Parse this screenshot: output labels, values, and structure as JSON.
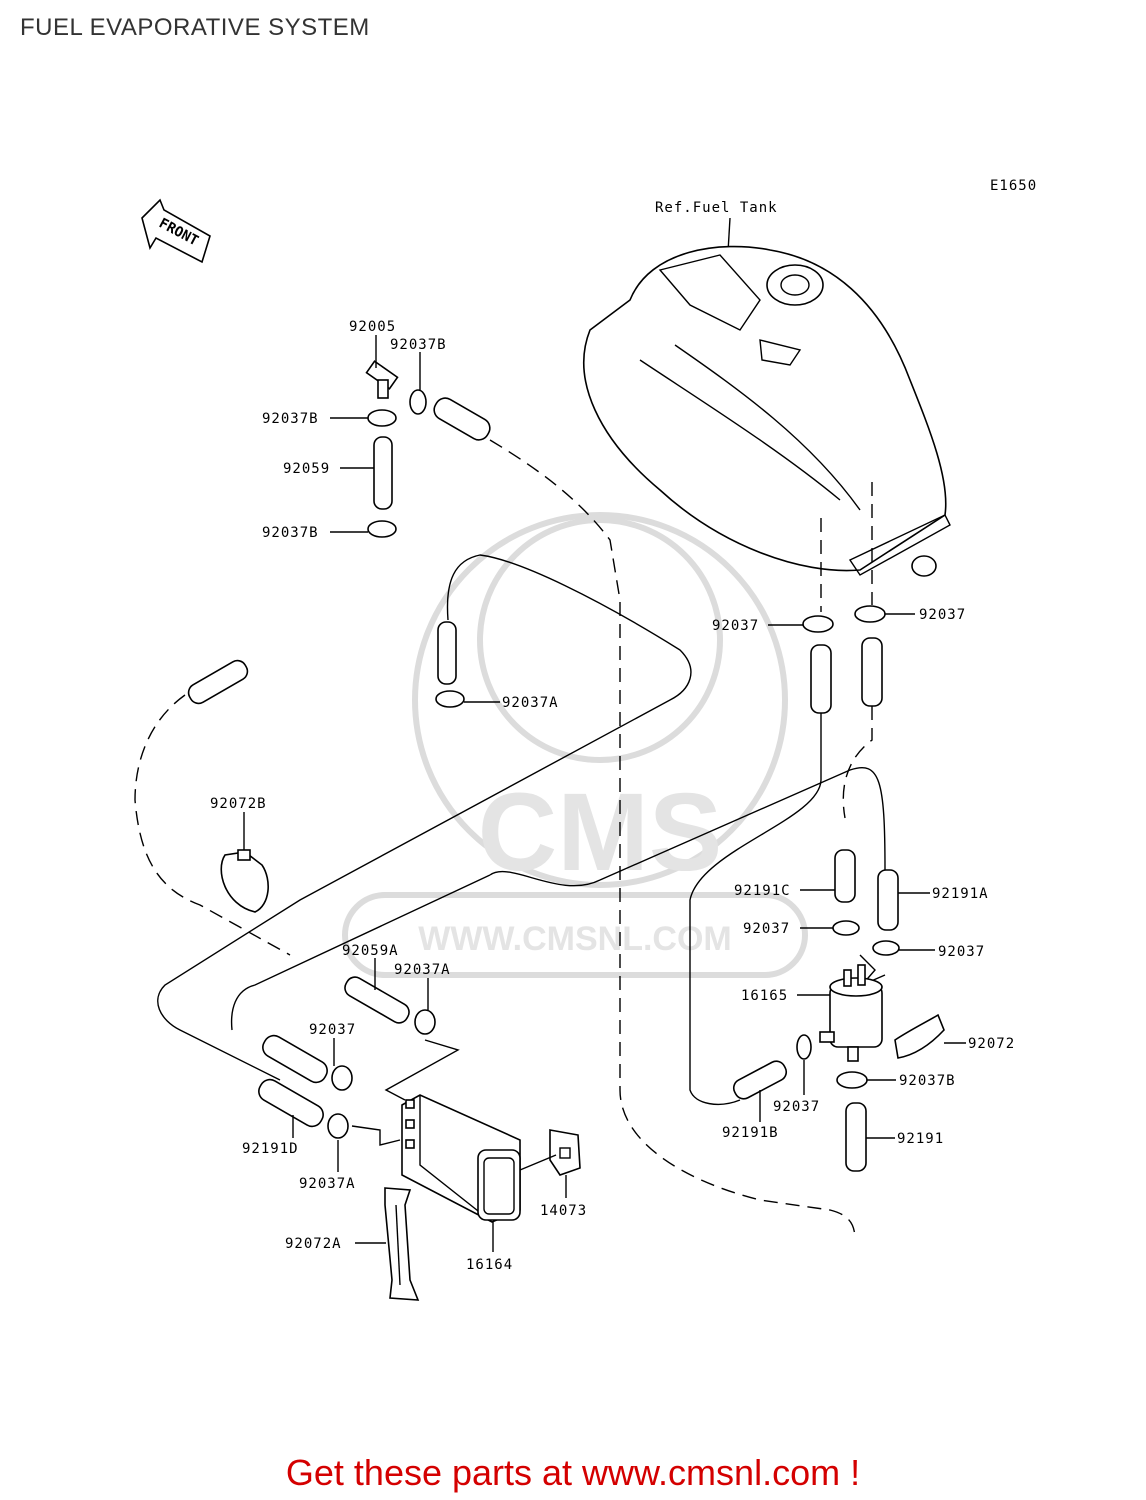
{
  "title": "FUEL EVAPORATIVE SYSTEM",
  "diagram_code": "E1650",
  "front_marker": "FRONT",
  "reference_label": "Ref.Fuel Tank",
  "watermark": {
    "logo": "CMS",
    "url": "WWW.CMSNL.COM"
  },
  "parts": [
    {
      "id": "92005",
      "label": "92005"
    },
    {
      "id": "92037B-top",
      "label": "92037B"
    },
    {
      "id": "92037B-left1",
      "label": "92037B"
    },
    {
      "id": "92059",
      "label": "92059"
    },
    {
      "id": "92037B-left2",
      "label": "92037B"
    },
    {
      "id": "92037-l",
      "label": "92037"
    },
    {
      "id": "92037-r",
      "label": "92037"
    },
    {
      "id": "92037A-mid",
      "label": "92037A"
    },
    {
      "id": "92072B",
      "label": "92072B"
    },
    {
      "id": "92191C",
      "label": "92191C"
    },
    {
      "id": "92191A",
      "label": "92191A"
    },
    {
      "id": "92037-c1",
      "label": "92037"
    },
    {
      "id": "92037-c2",
      "label": "92037"
    },
    {
      "id": "92059A",
      "label": "92059A"
    },
    {
      "id": "92037A-c",
      "label": "92037A"
    },
    {
      "id": "16165",
      "label": "16165"
    },
    {
      "id": "92072",
      "label": "92072"
    },
    {
      "id": "92037-b",
      "label": "92037"
    },
    {
      "id": "92037B-b",
      "label": "92037B"
    },
    {
      "id": "92037-b2",
      "label": "92037"
    },
    {
      "id": "92191B",
      "label": "92191B"
    },
    {
      "id": "92191",
      "label": "92191"
    },
    {
      "id": "92191D",
      "label": "92191D"
    },
    {
      "id": "92037A-b",
      "label": "92037A"
    },
    {
      "id": "92072A",
      "label": "92072A"
    },
    {
      "id": "14073",
      "label": "14073"
    },
    {
      "id": "16164",
      "label": "16164"
    }
  ],
  "footer": "Get these parts at www.cmsnl.com !"
}
